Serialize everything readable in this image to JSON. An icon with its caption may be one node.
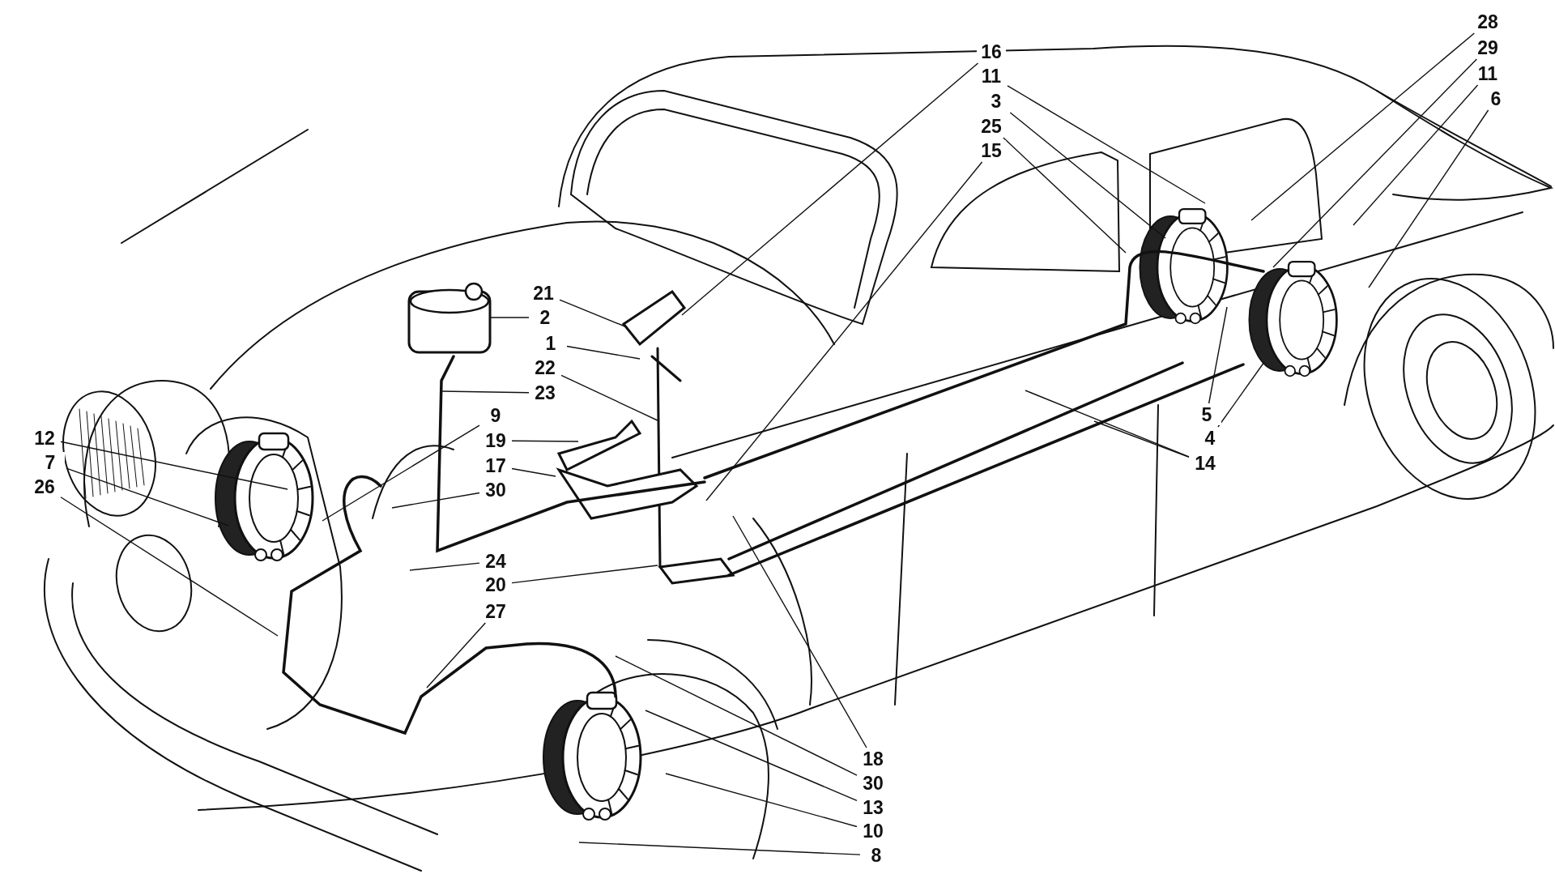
{
  "diagram": {
    "nodes": [
      {
        "text": [
          "16"
        ]
      },
      {
        "text": [
          "11"
        ]
      },
      {
        "text": [
          "3"
        ]
      },
      {
        "text": [
          "25"
        ]
      },
      {
        "text": [
          "15"
        ]
      },
      {
        "text": [
          "28"
        ]
      },
      {
        "text": [
          "29"
        ]
      },
      {
        "text": [
          "11"
        ]
      },
      {
        "text": [
          "6"
        ]
      },
      {
        "text": [
          "21"
        ]
      },
      {
        "text": [
          "2"
        ]
      },
      {
        "text": [
          "1"
        ]
      },
      {
        "text": [
          "22"
        ]
      },
      {
        "text": [
          "23"
        ]
      },
      {
        "text": [
          "12"
        ]
      },
      {
        "text": [
          "7"
        ]
      },
      {
        "text": [
          "26"
        ]
      },
      {
        "text": [
          "9"
        ]
      },
      {
        "text": [
          "19"
        ]
      },
      {
        "text": [
          "17"
        ]
      },
      {
        "text": [
          "30"
        ]
      },
      {
        "text": [
          "5"
        ]
      },
      {
        "text": [
          "4"
        ]
      },
      {
        "text": [
          "14"
        ]
      },
      {
        "text": [
          "24"
        ]
      },
      {
        "text": [
          "20"
        ]
      },
      {
        "text": [
          "27"
        ]
      },
      {
        "text": [
          "18"
        ]
      },
      {
        "text": [
          "30"
        ]
      },
      {
        "text": [
          "13"
        ]
      },
      {
        "text": [
          "10"
        ]
      },
      {
        "text": [
          "8"
        ]
      }
    ],
    "edges": [
      {
        "from": 0,
        "to": null,
        "arrow": "none"
      },
      {
        "from": 1,
        "to": null,
        "arrow": "none"
      },
      {
        "from": 2,
        "to": null,
        "arrow": "none"
      },
      {
        "from": 3,
        "to": null,
        "arrow": "none"
      },
      {
        "from": 4,
        "to": null,
        "arrow": "none"
      },
      {
        "from": 5,
        "to": null,
        "arrow": "none"
      },
      {
        "from": 6,
        "to": null,
        "arrow": "none"
      },
      {
        "from": 7,
        "to": null,
        "arrow": "none"
      },
      {
        "from": 8,
        "to": null,
        "arrow": "none"
      },
      {
        "from": 9,
        "to": null,
        "arrow": "none"
      },
      {
        "from": 10,
        "to": null,
        "arrow": "none"
      },
      {
        "from": 11,
        "to": null,
        "arrow": "none"
      },
      {
        "from": 12,
        "to": null,
        "arrow": "none"
      },
      {
        "from": 13,
        "to": null,
        "arrow": "none"
      },
      {
        "from": 14,
        "to": null,
        "arrow": "none"
      },
      {
        "from": 15,
        "to": null,
        "arrow": "none"
      },
      {
        "from": 16,
        "to": null,
        "arrow": "none"
      },
      {
        "from": 17,
        "to": null,
        "arrow": "none"
      },
      {
        "from": 18,
        "to": null,
        "arrow": "none"
      },
      {
        "from": 19,
        "to": null,
        "arrow": "none"
      },
      {
        "from": 20,
        "to": null,
        "arrow": "none"
      },
      {
        "from": 21,
        "to": null,
        "arrow": "none"
      },
      {
        "from": 22,
        "to": null,
        "arrow": "none"
      },
      {
        "from": 23,
        "to": null,
        "arrow": "none"
      },
      {
        "from": 23,
        "to": null,
        "arrow": "none"
      },
      {
        "from": 24,
        "to": null,
        "arrow": "none"
      },
      {
        "from": 25,
        "to": null,
        "arrow": "none"
      },
      {
        "from": 26,
        "to": null,
        "arrow": "none"
      },
      {
        "from": 27,
        "to": null,
        "arrow": "none"
      },
      {
        "from": 28,
        "to": null,
        "arrow": "none"
      },
      {
        "from": 29,
        "to": null,
        "arrow": "none"
      },
      {
        "from": 30,
        "to": null,
        "arrow": "none"
      },
      {
        "from": 31,
        "to": null,
        "arrow": "none"
      }
    ]
  }
}
